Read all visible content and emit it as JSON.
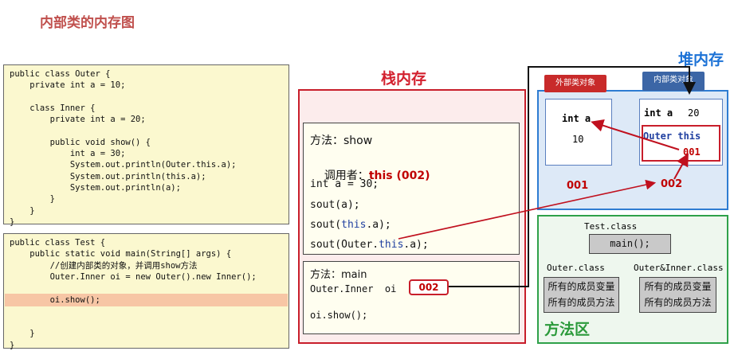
{
  "title": "内部类的内存图",
  "outer_code": [
    "public class Outer {",
    "    private int a = 10;",
    "",
    "    class Inner {",
    "        private int a = 20;",
    "",
    "        public void show() {",
    "            int a = 30;",
    "            System.out.println(Outer.this.a);",
    "            System.out.println(this.a);",
    "            System.out.println(a);",
    "        }",
    "    }",
    "}"
  ],
  "test_code": [
    "public class Test {",
    "    public static void main(String[] args) {",
    "        //创建内部类的对象，并调用show方法",
    "        Outer.Inner oi = new Outer().new Inner();",
    "",
    "        oi.show();",
    "",
    "",
    "    }",
    "}"
  ],
  "stack": {
    "label": "栈内存",
    "show_frame": {
      "method": "方法：show",
      "caller_prefix": "调用者：",
      "caller_value": "this (002)",
      "local_var": "int a = 30;",
      "line1": "sout(a);",
      "line2_pre": "sout(",
      "line2_kw": "this",
      "line2_post": ".a);",
      "line3_pre": "sout(Outer.",
      "line3_kw": "this",
      "line3_post": ".a);"
    },
    "main_frame": {
      "method": "方法：main",
      "var_decl": "Outer.Inner  oi",
      "var_value": "002",
      "call": "oi.show();"
    }
  },
  "heap": {
    "label": "堆内存",
    "outer_tag": "外部类对象",
    "inner_tag": "内部类对象",
    "outer_field": "int a",
    "outer_value": "10",
    "outer_addr": "001",
    "inner_field": "int a",
    "inner_value": "20",
    "inner_ref": "Outer this",
    "inner_ref_value": "001",
    "inner_addr": "002"
  },
  "method_area": {
    "label": "方法区",
    "test_class": "Test.class",
    "main_method": "main();",
    "outer_class": "Outer.class",
    "inner_class": "Outer&Inner.class",
    "members_var": "所有的成员变量",
    "members_method": "所有的成员方法"
  },
  "colors": {
    "stack": "#c81e2b",
    "heap": "#2e7cd2",
    "method": "#2fa14a",
    "arrow": "#c0101e"
  }
}
